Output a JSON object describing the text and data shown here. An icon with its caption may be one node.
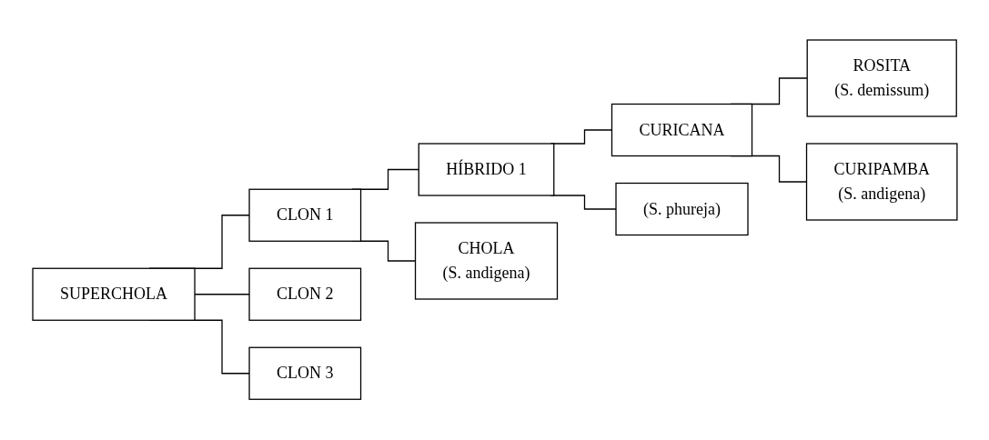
{
  "diagram": {
    "nodes": [
      {
        "text": [
          "SUPERCHOLA"
        ]
      },
      {
        "text": [
          "CLON 1"
        ]
      },
      {
        "text": [
          "CLON 2"
        ]
      },
      {
        "text": [
          "CLON 3"
        ]
      },
      {
        "text": [
          "HÍBRIDO 1"
        ]
      },
      {
        "text": [
          "CHOLA",
          "(S. andigena)"
        ]
      },
      {
        "text": [
          "CURICANA"
        ]
      },
      {
        "text": [
          "(S. phureja)"
        ]
      },
      {
        "text": [
          "ROSITA",
          "(S. demissum)"
        ]
      },
      {
        "text": [
          "CURIPAMBA",
          "(S. andigena)"
        ]
      }
    ],
    "edges": [
      {
        "from": 0,
        "to": 1,
        "arrow": "none"
      },
      {
        "from": 0,
        "to": 2,
        "arrow": "none"
      },
      {
        "from": 0,
        "to": 3,
        "arrow": "none"
      },
      {
        "from": 1,
        "to": 4,
        "arrow": "none"
      },
      {
        "from": 1,
        "to": 5,
        "arrow": "none"
      },
      {
        "from": 4,
        "to": 6,
        "arrow": "none"
      },
      {
        "from": 4,
        "to": 7,
        "arrow": "none"
      },
      {
        "from": 6,
        "to": 8,
        "arrow": "none"
      },
      {
        "from": 6,
        "to": 9,
        "arrow": "none"
      }
    ]
  }
}
